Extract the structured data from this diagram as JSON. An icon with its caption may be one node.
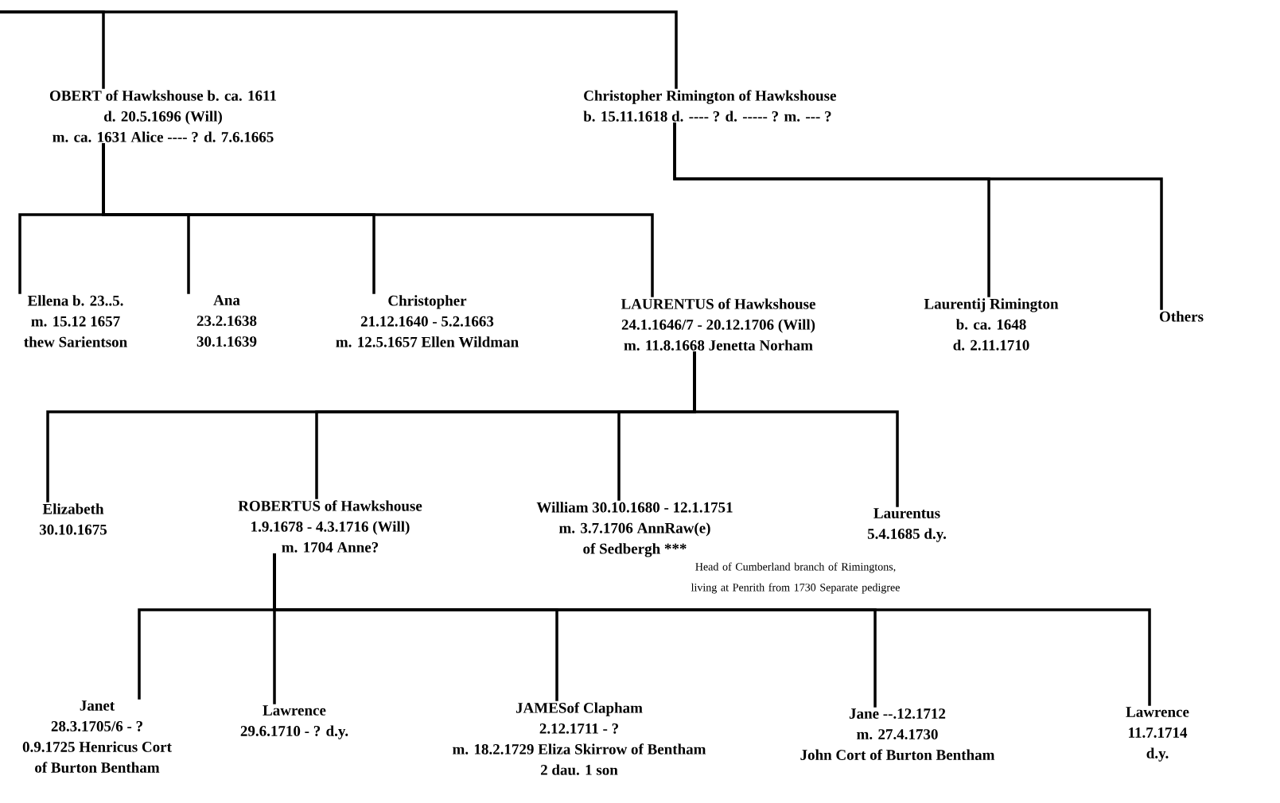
{
  "diagram": {
    "nodes": [
      {
        "text": [
          "OBERT of Hawkshouse b. ca. 1611",
          "d. 20.5.1696 (Will)",
          "m. ca. 1631 Alice ---- ? d. 7.6.1665"
        ]
      },
      {
        "text": [
          "Christopher Rimington of Hawkshouse",
          "b. 15.11.1618 d. ---- ? d. ----- ? m. --- ?"
        ]
      },
      {
        "text": [
          "Ellena b. 23..5.",
          "m. 15.12 1657",
          "thew Sarientson"
        ]
      },
      {
        "text": [
          "Ana",
          "23.2.1638",
          "30.1.1639"
        ]
      },
      {
        "text": [
          "Christopher",
          "21.12.1640 - 5.2.1663",
          "m. 12.5.1657 Ellen Wildman"
        ]
      },
      {
        "text": [
          "LAURENTUS of Hawkshouse",
          "24.1.1646/7 - 20.12.1706 (Will)",
          "m. 11.8.1668 Jenetta Norham"
        ]
      },
      {
        "text": [
          "Laurentij Rimington",
          "b. ca. 1648",
          "d. 2.11.1710"
        ]
      },
      {
        "text": [
          "Others"
        ]
      },
      {
        "text": [
          "Elizabeth",
          "30.10.1675"
        ]
      },
      {
        "text": [
          "ROBERTUS of Hawkshouse",
          "1.9.1678 - 4.3.1716 (Will)",
          "m. 1704 Anne?"
        ]
      },
      {
        "text": [
          "William 30.10.1680 - 12.1.1751",
          "m. 3.7.1706 AnnRaw(e)",
          "of Sedbergh ***"
        ],
        "beside": [
          "Head of Cumberland branch of Rimingtons, living at Penrith from 1730 Separate pedigree"
        ]
      },
      {
        "text": [
          "Laurentus",
          "5.4.1685 d.y."
        ]
      },
      {
        "text": [
          "Janet",
          "28.3.1705/6 - ?",
          "0.9.1725 Henricus Cort",
          "of Burton Bentham"
        ]
      },
      {
        "text": [
          "Lawrence",
          "29.6.1710 - ? d.y."
        ]
      },
      {
        "text": [
          "JAMESof Clapham",
          "2.12.1711 - ?",
          "m. 18.2.1729 Eliza Skirrow of Bentham",
          "2 dau. 1 son"
        ]
      },
      {
        "text": [
          "Jane --.12.1712",
          "m. 27.4.1730",
          "John Cort of Burton Bentham"
        ]
      },
      {
        "text": [
          "Lawrence",
          "11.7.1714",
          "d.y."
        ]
      }
    ],
    "edges": [
      {
        "from": null,
        "to": 0,
        "arrow": "none"
      },
      {
        "from": null,
        "to": 1,
        "arrow": "none"
      },
      {
        "from": 0,
        "to": 2,
        "arrow": "none"
      },
      {
        "from": 0,
        "to": 3,
        "arrow": "none"
      },
      {
        "from": 0,
        "to": 4,
        "arrow": "none"
      },
      {
        "from": 0,
        "to": 5,
        "arrow": "none"
      },
      {
        "from": 1,
        "to": 6,
        "arrow": "none"
      },
      {
        "from": 1,
        "to": 7,
        "arrow": "none"
      },
      {
        "from": 5,
        "to": 8,
        "arrow": "none"
      },
      {
        "from": 5,
        "to": 9,
        "arrow": "none"
      },
      {
        "from": 5,
        "to": 10,
        "arrow": "none"
      },
      {
        "from": 5,
        "to": 11,
        "arrow": "none"
      },
      {
        "from": 9,
        "to": 12,
        "arrow": "none"
      },
      {
        "from": 9,
        "to": 13,
        "arrow": "none"
      },
      {
        "from": 9,
        "to": 14,
        "arrow": "none"
      },
      {
        "from": 9,
        "to": 15,
        "arrow": "none"
      },
      {
        "from": 9,
        "to": 16,
        "arrow": "none"
      }
    ]
  }
}
